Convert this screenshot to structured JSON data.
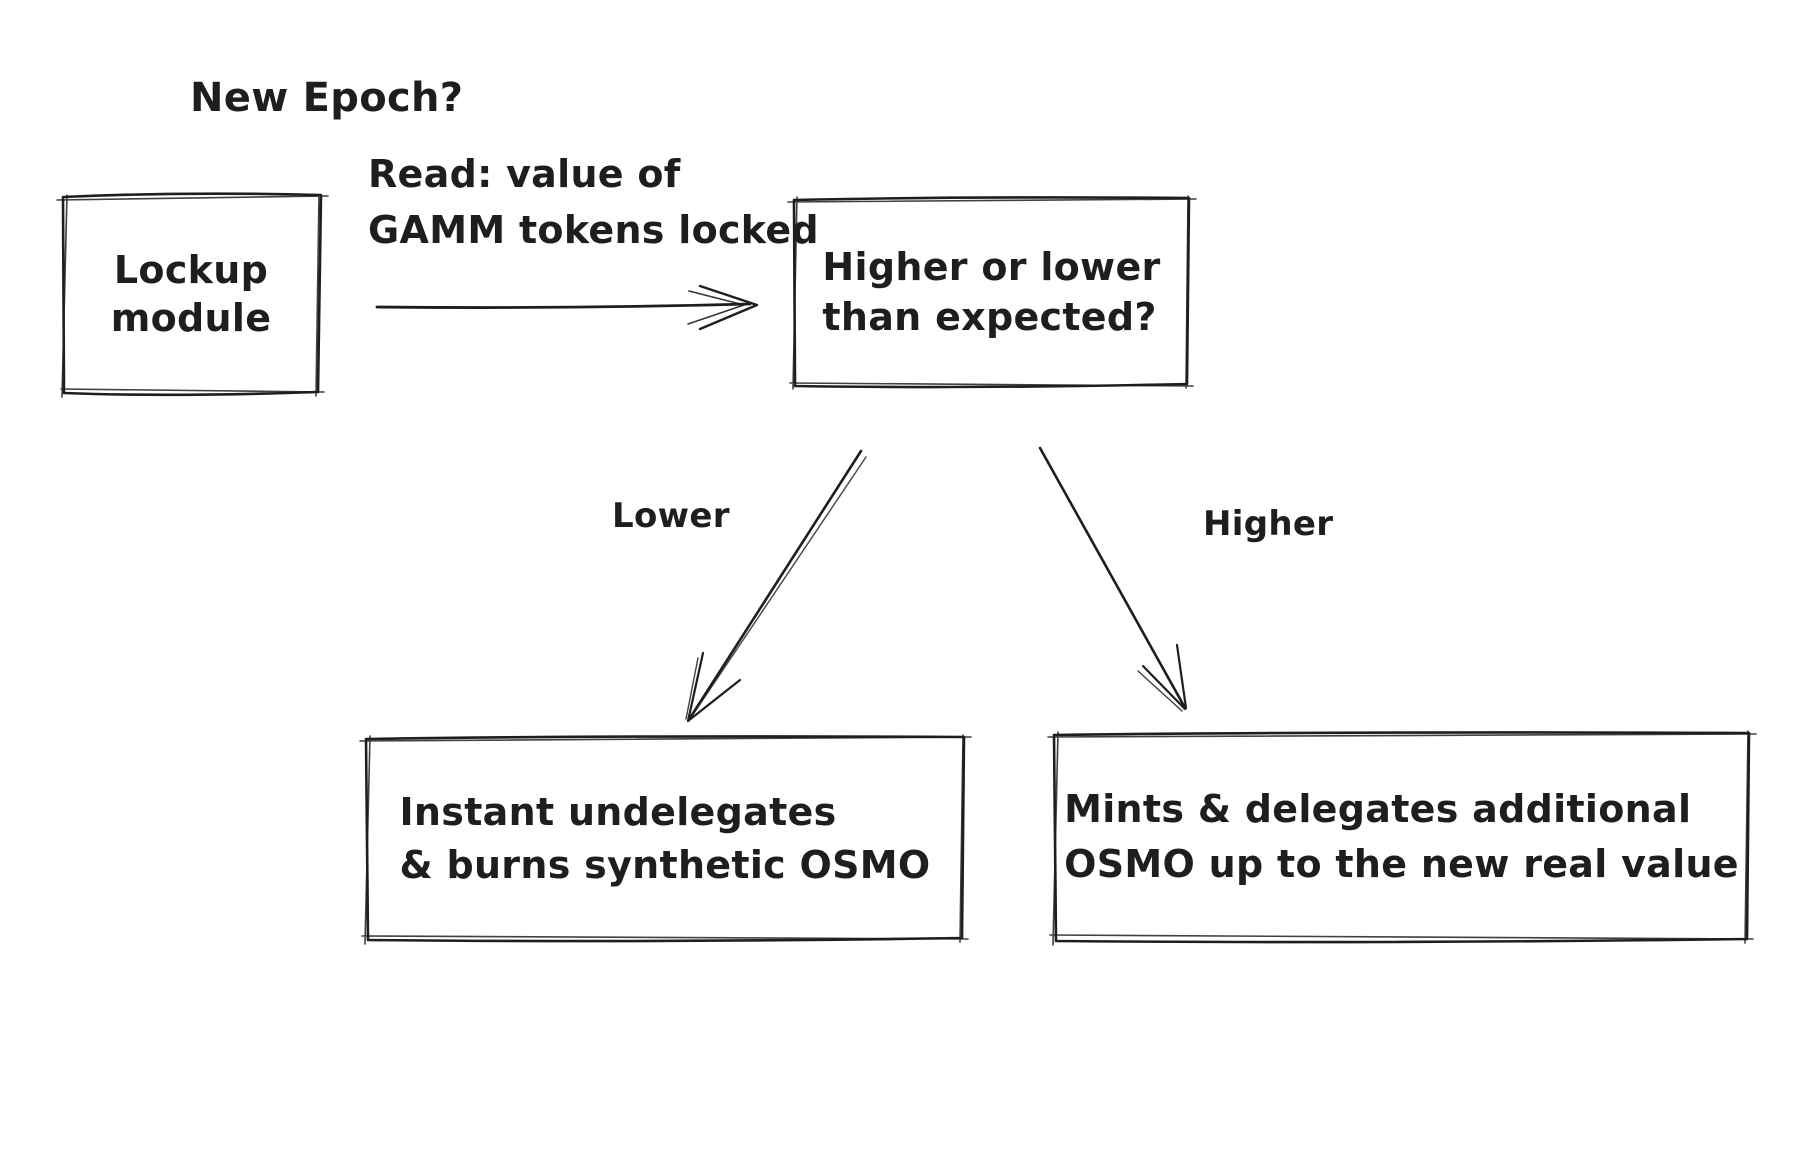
{
  "canvas": {
    "background": "#ffffff",
    "stroke_color": "#1e1e1e"
  },
  "diagram": {
    "title": "New Epoch?",
    "nodes": [
      {
        "id": "lockup-module",
        "label": "Lockup\nmodule"
      },
      {
        "id": "decision",
        "label": "Higher or lower\nthan expected?"
      },
      {
        "id": "lower-outcome",
        "label": "Instant undelegates\n& burns synthetic OSMO"
      },
      {
        "id": "higher-outcome",
        "label": "Mints & delegates additional\nOSMO up to the new real value"
      }
    ],
    "edges": [
      {
        "from": "lockup-module",
        "to": "decision",
        "label": "Read: value of\nGAMM tokens locked"
      },
      {
        "from": "decision",
        "to": "lower-outcome",
        "label": "Lower"
      },
      {
        "from": "decision",
        "to": "higher-outcome",
        "label": "Higher"
      }
    ]
  }
}
